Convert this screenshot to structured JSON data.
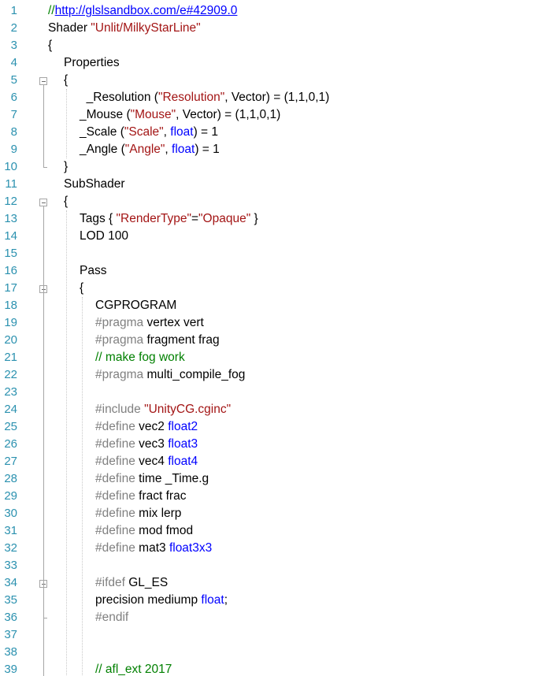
{
  "editor": {
    "colors": {
      "line_number": "#2b91af",
      "string": "#a31515",
      "keyword": "#0000ff",
      "preprocessor": "#808080",
      "comment": "#008000",
      "text": "#000000"
    },
    "lines": [
      {
        "n": "1",
        "indent": 0,
        "tokens": [
          {
            "t": "//",
            "c": "cm"
          },
          {
            "t": "http://glslsandbox.com/e#42909.0",
            "c": "link"
          }
        ]
      },
      {
        "n": "2",
        "indent": 0,
        "tokens": [
          {
            "t": "Shader ",
            "c": ""
          },
          {
            "t": "\"Unlit/MilkyStarLine\"",
            "c": "str"
          }
        ]
      },
      {
        "n": "3",
        "indent": 0,
        "tokens": [
          {
            "t": "{",
            "c": ""
          }
        ]
      },
      {
        "n": "4",
        "indent": 1,
        "tokens": [
          {
            "t": "Properties",
            "c": ""
          }
        ]
      },
      {
        "n": "5",
        "indent": 1,
        "fold": "open",
        "tokens": [
          {
            "t": "{",
            "c": ""
          }
        ]
      },
      {
        "n": "6",
        "indent": 2,
        "pre": "  ",
        "tokens": [
          {
            "t": "_Resolution (",
            "c": ""
          },
          {
            "t": "\"Resolution\"",
            "c": "str"
          },
          {
            "t": ", Vector) = (1,1,0,1)",
            "c": ""
          }
        ]
      },
      {
        "n": "7",
        "indent": 2,
        "tokens": [
          {
            "t": "_Mouse (",
            "c": ""
          },
          {
            "t": "\"Mouse\"",
            "c": "str"
          },
          {
            "t": ", Vector) = (1,1,0,1)",
            "c": ""
          }
        ]
      },
      {
        "n": "8",
        "indent": 2,
        "tokens": [
          {
            "t": "_Scale (",
            "c": ""
          },
          {
            "t": "\"Scale\"",
            "c": "str"
          },
          {
            "t": ", ",
            "c": ""
          },
          {
            "t": "float",
            "c": "kw"
          },
          {
            "t": ") = 1",
            "c": ""
          }
        ]
      },
      {
        "n": "9",
        "indent": 2,
        "tokens": [
          {
            "t": "_Angle (",
            "c": ""
          },
          {
            "t": "\"Angle\"",
            "c": "str"
          },
          {
            "t": ", ",
            "c": ""
          },
          {
            "t": "float",
            "c": "kw"
          },
          {
            "t": ") = 1",
            "c": ""
          }
        ]
      },
      {
        "n": "10",
        "indent": 1,
        "fold": "end",
        "tokens": [
          {
            "t": "}",
            "c": ""
          }
        ]
      },
      {
        "n": "11",
        "indent": 1,
        "tokens": [
          {
            "t": "SubShader",
            "c": ""
          }
        ]
      },
      {
        "n": "12",
        "indent": 1,
        "fold": "open",
        "tokens": [
          {
            "t": "{",
            "c": ""
          }
        ]
      },
      {
        "n": "13",
        "indent": 2,
        "tokens": [
          {
            "t": "Tags { ",
            "c": ""
          },
          {
            "t": "\"RenderType\"",
            "c": "str"
          },
          {
            "t": "=",
            "c": ""
          },
          {
            "t": "\"Opaque\"",
            "c": "str"
          },
          {
            "t": " }",
            "c": ""
          }
        ]
      },
      {
        "n": "14",
        "indent": 2,
        "tokens": [
          {
            "t": "LOD 100",
            "c": ""
          }
        ]
      },
      {
        "n": "15",
        "indent": 2,
        "tokens": []
      },
      {
        "n": "16",
        "indent": 2,
        "tokens": [
          {
            "t": "Pass",
            "c": ""
          }
        ]
      },
      {
        "n": "17",
        "indent": 2,
        "fold": "open",
        "tokens": [
          {
            "t": "{",
            "c": ""
          }
        ]
      },
      {
        "n": "18",
        "indent": 3,
        "tokens": [
          {
            "t": "CGPROGRAM",
            "c": ""
          }
        ]
      },
      {
        "n": "19",
        "indent": 3,
        "tokens": [
          {
            "t": "#pragma",
            "c": "pp"
          },
          {
            "t": " vertex vert",
            "c": ""
          }
        ]
      },
      {
        "n": "20",
        "indent": 3,
        "tokens": [
          {
            "t": "#pragma",
            "c": "pp"
          },
          {
            "t": " fragment frag",
            "c": ""
          }
        ]
      },
      {
        "n": "21",
        "indent": 3,
        "tokens": [
          {
            "t": "// make fog work",
            "c": "cm"
          }
        ]
      },
      {
        "n": "22",
        "indent": 3,
        "tokens": [
          {
            "t": "#pragma",
            "c": "pp"
          },
          {
            "t": " multi_compile_fog",
            "c": ""
          }
        ]
      },
      {
        "n": "23",
        "indent": 3,
        "tokens": []
      },
      {
        "n": "24",
        "indent": 3,
        "tokens": [
          {
            "t": "#include",
            "c": "pp"
          },
          {
            "t": " ",
            "c": ""
          },
          {
            "t": "\"UnityCG.cginc\"",
            "c": "str"
          }
        ]
      },
      {
        "n": "25",
        "indent": 3,
        "tokens": [
          {
            "t": "#define",
            "c": "pp"
          },
          {
            "t": " vec2 ",
            "c": ""
          },
          {
            "t": "float2",
            "c": "kw"
          }
        ]
      },
      {
        "n": "26",
        "indent": 3,
        "tokens": [
          {
            "t": "#define",
            "c": "pp"
          },
          {
            "t": " vec3 ",
            "c": ""
          },
          {
            "t": "float3",
            "c": "kw"
          }
        ]
      },
      {
        "n": "27",
        "indent": 3,
        "tokens": [
          {
            "t": "#define",
            "c": "pp"
          },
          {
            "t": " vec4 ",
            "c": ""
          },
          {
            "t": "float4",
            "c": "kw"
          }
        ]
      },
      {
        "n": "28",
        "indent": 3,
        "tokens": [
          {
            "t": "#define",
            "c": "pp"
          },
          {
            "t": " time _Time.g",
            "c": ""
          }
        ]
      },
      {
        "n": "29",
        "indent": 3,
        "tokens": [
          {
            "t": "#define",
            "c": "pp"
          },
          {
            "t": " fract frac",
            "c": ""
          }
        ]
      },
      {
        "n": "30",
        "indent": 3,
        "tokens": [
          {
            "t": "#define",
            "c": "pp"
          },
          {
            "t": " mix lerp",
            "c": ""
          }
        ]
      },
      {
        "n": "31",
        "indent": 3,
        "tokens": [
          {
            "t": "#define",
            "c": "pp"
          },
          {
            "t": " mod fmod",
            "c": ""
          }
        ]
      },
      {
        "n": "32",
        "indent": 3,
        "tokens": [
          {
            "t": "#define",
            "c": "pp"
          },
          {
            "t": " mat3 ",
            "c": ""
          },
          {
            "t": "float3x3",
            "c": "kw"
          }
        ]
      },
      {
        "n": "33",
        "indent": 3,
        "tokens": []
      },
      {
        "n": "34",
        "indent": 3,
        "fold": "open",
        "tokens": [
          {
            "t": "#ifdef",
            "c": "pp"
          },
          {
            "t": " GL_ES",
            "c": ""
          }
        ]
      },
      {
        "n": "35",
        "indent": 3,
        "tokens": [
          {
            "t": "precision mediump ",
            "c": ""
          },
          {
            "t": "float",
            "c": "kw"
          },
          {
            "t": ";",
            "c": ""
          }
        ]
      },
      {
        "n": "36",
        "indent": 3,
        "fold": "end",
        "tokens": [
          {
            "t": "#endif",
            "c": "pp"
          }
        ]
      },
      {
        "n": "37",
        "indent": 3,
        "tokens": []
      },
      {
        "n": "38",
        "indent": 3,
        "tokens": []
      },
      {
        "n": "39",
        "indent": 3,
        "tokens": [
          {
            "t": "// afl_ext 2017",
            "c": "cm"
          }
        ]
      }
    ]
  }
}
